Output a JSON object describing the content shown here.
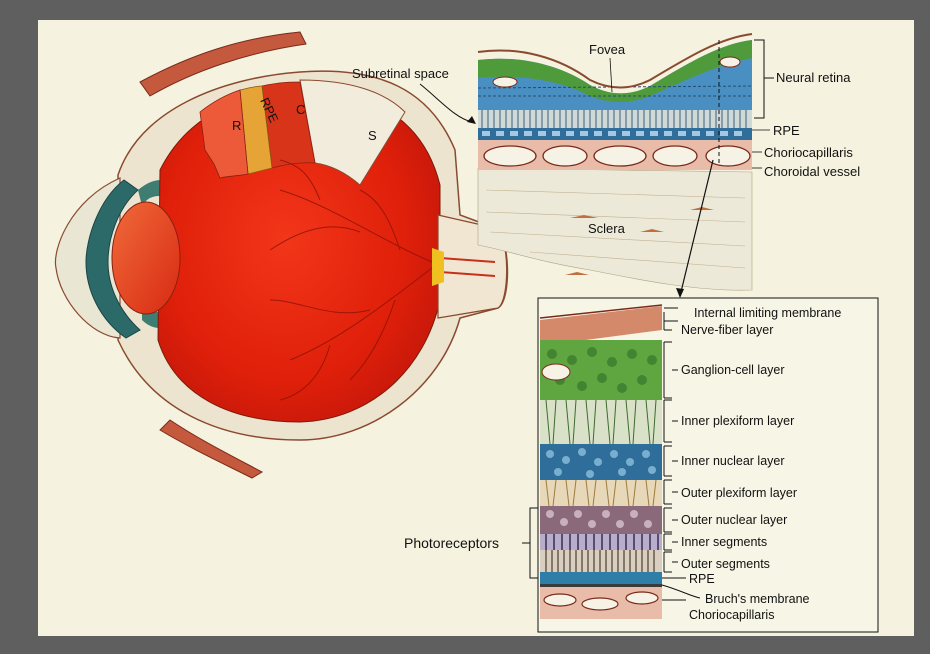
{
  "figure": {
    "eye_labels": [
      "R",
      "RPE",
      "C",
      "S"
    ],
    "top_panel": {
      "fovea": "Fovea",
      "subretinal_space": "Subretinal space",
      "neural_retina": "Neural retina",
      "rpe": "RPE",
      "choriocapillaris": "Choriocapillaris",
      "choroidal_vessel": "Choroidal vessel",
      "sclera": "Sclera"
    },
    "detail_panel": {
      "layers": [
        "Internal limiting membrane",
        "Nerve-fiber layer",
        "Ganglion-cell layer",
        "Inner plexiform layer",
        "Inner nuclear layer",
        "Outer plexiform layer",
        "Outer nuclear layer",
        "Inner segments",
        "Outer segments",
        "RPE",
        "Bruch's membrane",
        "Choriocapillaris"
      ],
      "photoreceptors": "Photoreceptors"
    }
  },
  "colors": {
    "background": "#5f5f5f",
    "paper": "#f5f2df",
    "eye_red": "#e0200a",
    "iris_teal": "#2c6a6a",
    "retina_green": "#4f9a3a",
    "nuclear_blue": "#2f6e9a"
  }
}
